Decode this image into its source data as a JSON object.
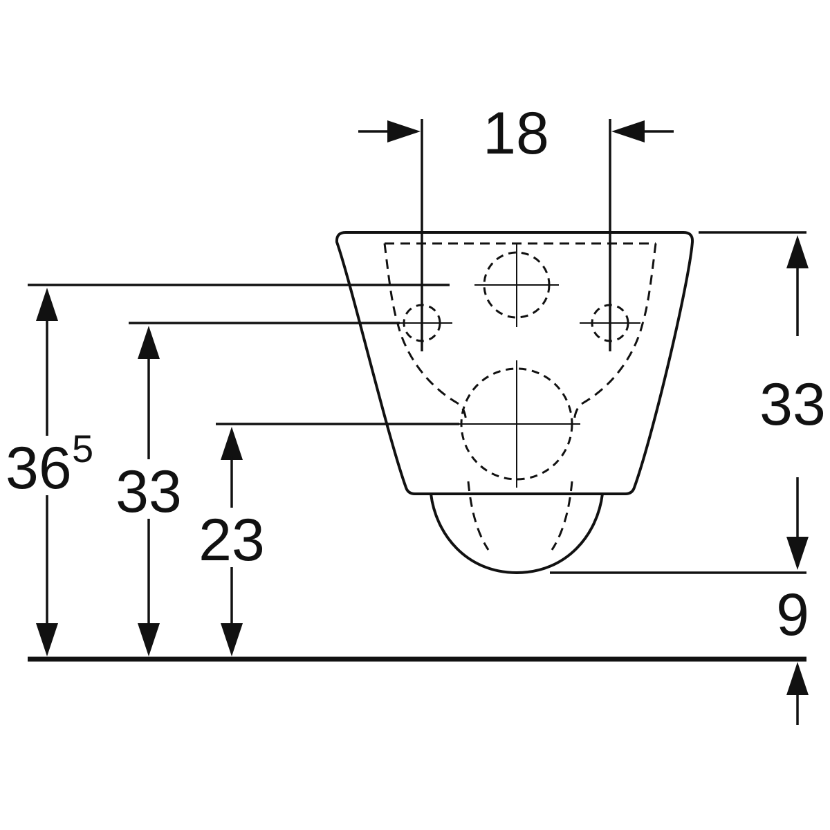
{
  "diagram": {
    "type": "technical-dimension-drawing",
    "subject": "wall-hung-wc-rear-view",
    "colors": {
      "line": "#111111",
      "background": "#ffffff"
    },
    "labels": {
      "hole_spacing_top": "18",
      "height_right": "33",
      "height_total_main": "36",
      "height_total_sup": "5",
      "height_mid_left": "33",
      "height_outlet_left": "23",
      "floor_offset_right": "9"
    }
  }
}
